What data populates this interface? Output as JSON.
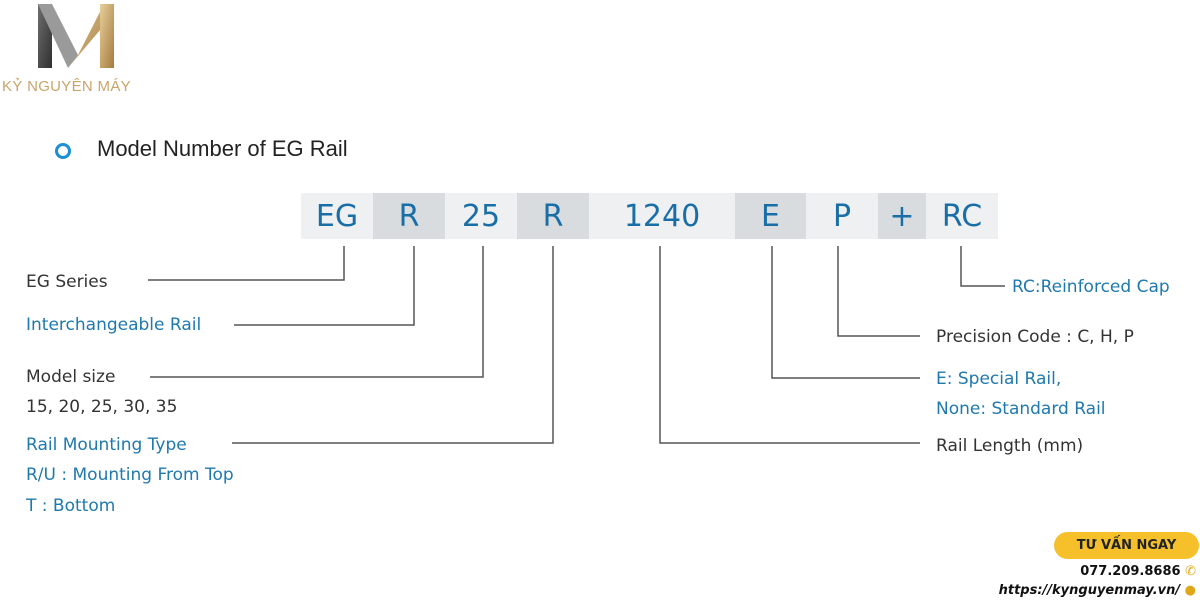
{
  "logo": {
    "brand_text": "KỶ NGUYÊN MÁY"
  },
  "heading": {
    "title": "Model Number of EG Rail"
  },
  "code_segments": [
    "EG",
    "R",
    "25",
    "R",
    "1240",
    "E",
    "P",
    "+",
    "RC"
  ],
  "labels": {
    "eg_series": "EG Series",
    "interchangeable": "Interchangeable Rail",
    "model_size": "Model size",
    "model_size_values": "15, 20, 25, 30, 35",
    "mounting_type": "Rail Mounting Type",
    "mounting_ru": "R/U : Mounting From Top",
    "mounting_t": "T : Bottom",
    "reinforced_cap": "RC:Reinforced Cap",
    "precision_code": "Precision Code : C, H, P",
    "special_rail": "E: Special Rail,",
    "standard_rail": "None: Standard Rail",
    "rail_length": "Rail Length (mm)"
  },
  "contact": {
    "cta_label": "TƯ VẤN NGAY",
    "phone": "077.209.8686",
    "url": "https://kynguyenmay.vn/"
  },
  "colors": {
    "accent_blue": "#2079ae",
    "code_blue": "#1a6ea8",
    "cta_yellow": "#f5c02a",
    "logo_gold": "#c9a46a"
  },
  "icons": {
    "bullet": "circle-bullet-icon",
    "phone": "phone-icon",
    "location": "location-pin-icon"
  }
}
